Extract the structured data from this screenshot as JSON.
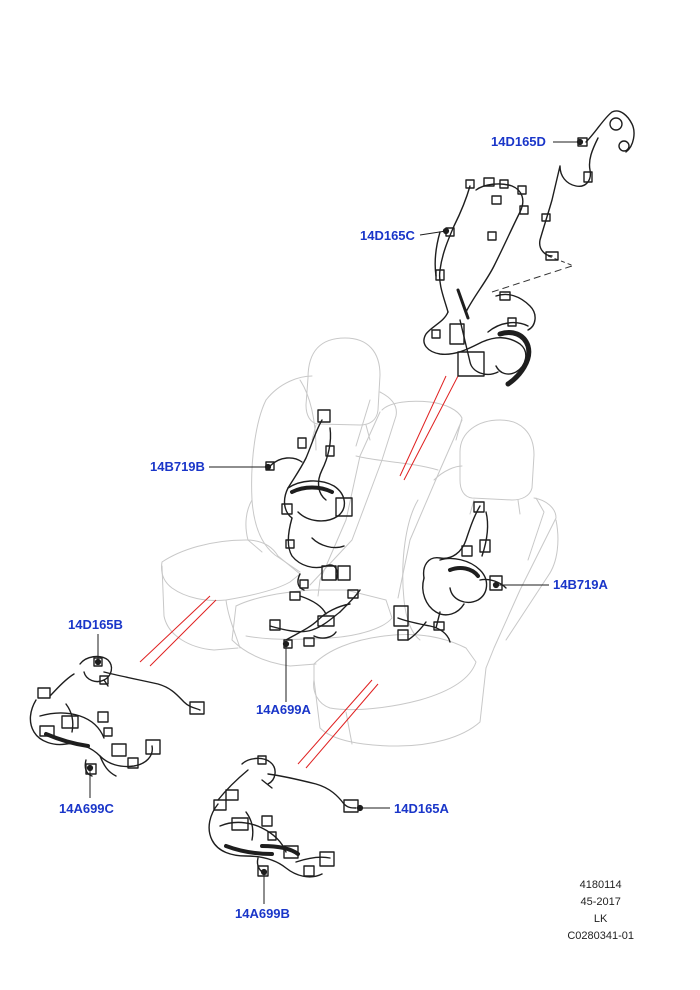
{
  "colors": {
    "callout_text": "#1a36c9",
    "outline": "#c8c8c8",
    "harness": "#1e1e1e",
    "explode_line": "#e02020"
  },
  "callouts": {
    "p14D165D": "14D165D",
    "p14D165C": "14D165C",
    "p14B719B": "14B719B",
    "p14B719A": "14B719A",
    "p14D165B": "14D165B",
    "p14A699A": "14A699A",
    "p14A699C": "14A699C",
    "p14D165A": "14D165A",
    "p14A699B": "14A699B"
  },
  "reference": {
    "line1": "4180114",
    "line2": "45-2017",
    "line3": "LK",
    "line4": "C0280341-01"
  }
}
